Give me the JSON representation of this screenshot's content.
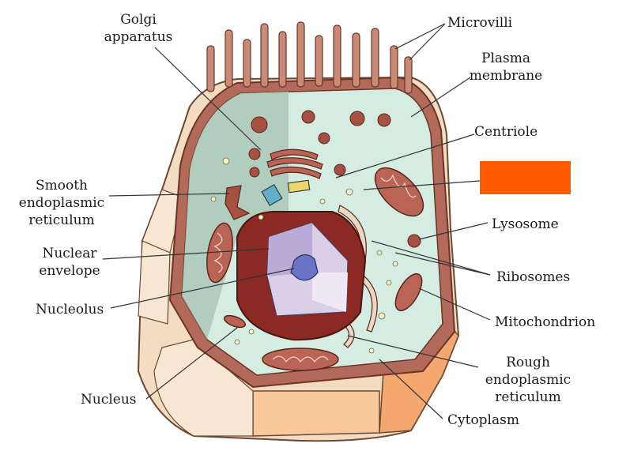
{
  "labels": {
    "golgi_1": "Golgi",
    "golgi_2": "apparatus",
    "microvilli": "Microvilli",
    "plasma_1": "Plasma",
    "plasma_2": "membrane",
    "centriole": "Centriole",
    "ser_1": "Smooth",
    "ser_2": "endoplasmic",
    "ser_3": "reticulum",
    "lysosome": "Lysosome",
    "nenv_1": "Nuclear",
    "nenv_2": "envelope",
    "ribosomes": "Ribosomes",
    "nucleolus": "Nucleolus",
    "mitochondrion": "Mitochondrion",
    "rer_1": "Rough",
    "rer_2": "endoplasmic",
    "rer_3": "reticulum",
    "nucleus": "Nucleus",
    "cytoplasm": "Cytoplasm"
  },
  "colors": {
    "mask_box": "#ff5a00",
    "cytoplasm": "#d4ece2",
    "cytoplasm_shadow": "#a9c8b8",
    "membrane": "#b46a5a",
    "membrane_dark": "#7a3a2a",
    "cell_wall_tan": "#f3dcc2",
    "cell_wall_orange": "#f4a870",
    "organelle": "#9b4a3a",
    "nucleus_inner": "#d9d0e8",
    "nucleolus": "#6a74c4"
  }
}
